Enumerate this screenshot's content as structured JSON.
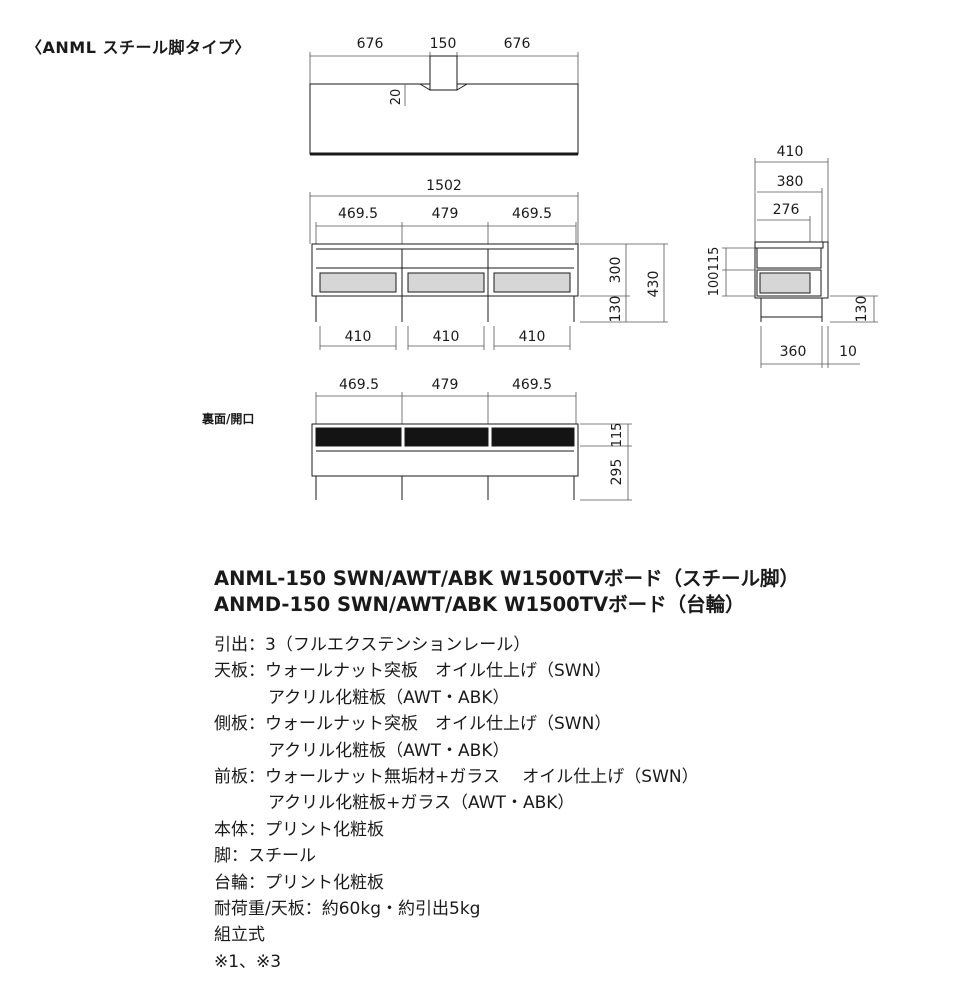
{
  "section_title": "〈ANML スチール脚タイプ〉",
  "back_label": "裏面/開口",
  "dimensions": {
    "top_view": {
      "left": "676",
      "center": "150",
      "right": "676",
      "notch": "20"
    },
    "front_view": {
      "overall": "1502",
      "comp_left": "469.5",
      "comp_center": "479",
      "comp_right": "469.5",
      "drawer_height": "300",
      "total_height": "430",
      "leg_height": "130",
      "leg_span_1": "410",
      "leg_span_2": "410",
      "leg_span_3": "410"
    },
    "side_view": {
      "depth_total": "410",
      "depth_inner": "380",
      "drawer_depth": "276",
      "upper_h": "115",
      "lower_h": "100",
      "leg_h": "130",
      "base_depth": "360",
      "offset": "10"
    },
    "back_view": {
      "comp_left": "469.5",
      "comp_center": "479",
      "comp_right": "469.5",
      "opening_h": "115",
      "lower_h": "295"
    }
  },
  "models": [
    "ANML-150 SWN/AWT/ABK W1500TVボード（スチール脚）",
    "ANMD-150 SWN/AWT/ABK W1500TVボード（台輪）"
  ],
  "specs": [
    {
      "label": "引出：",
      "lines": [
        "3（フルエクステンションレール）"
      ]
    },
    {
      "label": "天板：",
      "lines": [
        "ウォールナット突板　オイル仕上げ（SWN）",
        "アクリル化粧板（AWT・ABK）"
      ]
    },
    {
      "label": "側板：",
      "lines": [
        "ウォールナット突板　オイル仕上げ（SWN）",
        "アクリル化粧板（AWT・ABK）"
      ]
    },
    {
      "label": "前板：",
      "lines": [
        "ウォールナット無垢材+ガラス　 オイル仕上げ（SWN）",
        "アクリル化粧板+ガラス（AWT・ABK）"
      ]
    },
    {
      "label": "本体：",
      "lines": [
        "プリント化粧板"
      ]
    },
    {
      "label": "脚：",
      "lines": [
        "スチール"
      ]
    },
    {
      "label": "台輪：",
      "lines": [
        "プリント化粧板"
      ]
    },
    {
      "label": "耐荷重/天板：",
      "lines": [
        "約60kg・約引出5kg"
      ]
    },
    {
      "label": "",
      "lines": [
        "組立式"
      ]
    },
    {
      "label": "",
      "lines": [
        "※1、※3"
      ]
    }
  ]
}
